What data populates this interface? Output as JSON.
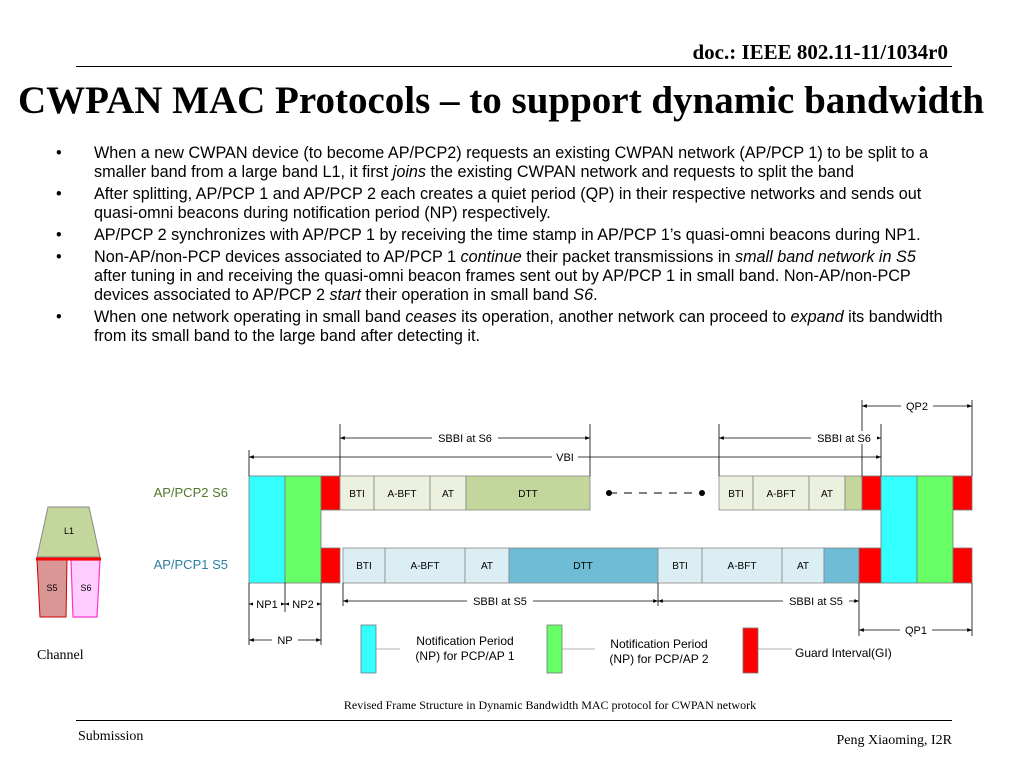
{
  "header": {
    "doc_id": "doc.: IEEE 802.11-11/1034r0"
  },
  "title": "CWPAN MAC Protocols – to support dynamic bandwidth",
  "bullets": [
    {
      "parts": [
        {
          "text": "When a new CWPAN device (to become AP/PCP2) requests an existing CWPAN network (AP/PCP 1) to be split to a smaller band from a large band L1, it first ",
          "italic": false
        },
        {
          "text": "joins",
          "italic": true
        },
        {
          "text": " the existing CWPAN network and requests to split the band",
          "italic": false
        }
      ]
    },
    {
      "parts": [
        {
          "text": "After splitting, AP/PCP 1 and AP/PCP 2 each creates a quiet period (QP) in their respective networks and sends out quasi-omni beacons during notification period (NP) respectively.",
          "italic": false
        }
      ]
    },
    {
      "parts": [
        {
          "text": "AP/PCP 2 synchronizes with AP/PCP 1 by receiving the time stamp in AP/PCP 1’s quasi-omni beacons during NP1.",
          "italic": false
        }
      ]
    },
    {
      "parts": [
        {
          "text": "Non-AP/non-PCP devices associated to AP/PCP 1 ",
          "italic": false
        },
        {
          "text": "continue",
          "italic": true
        },
        {
          "text": " their packet transmissions in ",
          "italic": false
        },
        {
          "text": "small band network in S5",
          "italic": true
        },
        {
          "text": " after tuning in and receiving the quasi-omni beacon frames sent out by AP/PCP 1 in small band. Non-AP/non-PCP devices associated to AP/PCP 2 ",
          "italic": false
        },
        {
          "text": "start",
          "italic": true
        },
        {
          "text": " their operation in small band ",
          "italic": false
        },
        {
          "text": "S6",
          "italic": true
        },
        {
          "text": ".",
          "italic": false
        }
      ]
    },
    {
      "parts": [
        {
          "text": "When one network operating in small band ",
          "italic": false
        },
        {
          "text": "ceases",
          "italic": true
        },
        {
          "text": " its operation, another network can proceed to ",
          "italic": false
        },
        {
          "text": "expand",
          "italic": true
        },
        {
          "text": " its bandwidth from its small band to the large band after detecting it.",
          "italic": false
        }
      ]
    }
  ],
  "diagram": {
    "row2_label": "AP/PCP2 S6",
    "row1_label": "AP/PCP1 S5",
    "row2_segments": [
      "BTI",
      "A-BFT",
      "AT",
      "DTT",
      "BTI",
      "A-BFT",
      "AT"
    ],
    "row1_segments": [
      "BTI",
      "A-BFT",
      "AT",
      "DTT",
      "BTI",
      "A-BFT",
      "AT"
    ],
    "dims": {
      "qp2": "QP2",
      "sbbi_s6_left": "SBBI at S6",
      "sbbi_s6_right": "SBBI at S6",
      "vbi": "VBI",
      "np1": "NP1",
      "np2": "NP2",
      "np": "NP",
      "sbbi_s5_left": "SBBI at S5",
      "sbbi_s5_right": "SBBI at S5",
      "qp1": "QP1"
    },
    "channel": {
      "top": "L1",
      "left": "S5",
      "right": "S6",
      "label": "Channel"
    },
    "legend": [
      {
        "text_line1": "Notification Period",
        "text_line2": "(NP) for PCP/AP 1",
        "color": "#33ffff"
      },
      {
        "text_line1": "Notification Period",
        "text_line2": "(NP) for PCP/AP 2",
        "color": "#66ff66"
      },
      {
        "text_line1": "Guard Interval(GI)",
        "text_line2": "",
        "color": "#ff0000"
      }
    ],
    "caption": "Revised Frame Structure in Dynamic  Bandwidth MAC protocol for CWPAN network",
    "colors": {
      "np1": "#33ffff",
      "np2": "#66ff66",
      "gi": "#ff0000",
      "row2_light": "#ebf1de",
      "row2_dtt": "#c3d69b",
      "row1_light": "#dbeef4",
      "row1_dtt": "#6fbcd6",
      "label2": "#4f7a28",
      "label1": "#2b7fa0"
    }
  },
  "footer": {
    "left": "Submission",
    "right": "Peng Xiaoming, I2R"
  }
}
